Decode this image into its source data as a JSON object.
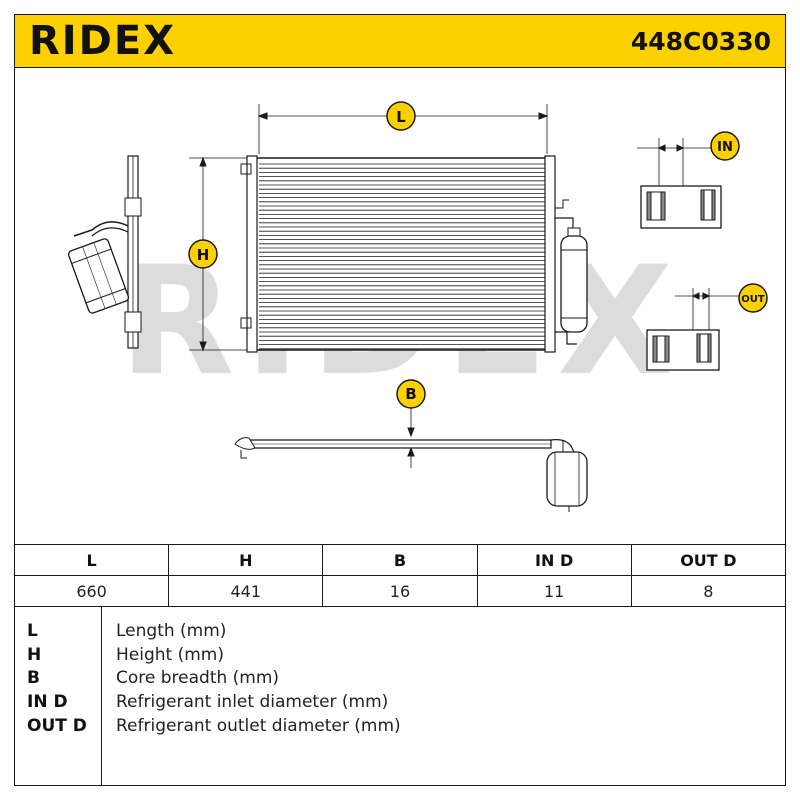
{
  "header": {
    "brand": "RIDEX",
    "part_number": "448C0330"
  },
  "drawing": {
    "watermark": "RIDEX",
    "labels": {
      "length": "L",
      "height": "H",
      "breadth": "B",
      "inlet": "IN",
      "outlet": "OUT"
    }
  },
  "dimensions": {
    "headers": [
      "L",
      "H",
      "B",
      "IN D",
      "OUT D"
    ],
    "values": [
      "660",
      "441",
      "16",
      "11",
      "8"
    ]
  },
  "legend": [
    {
      "key": "L",
      "desc": "Length (mm)"
    },
    {
      "key": "H",
      "desc": "Height (mm)"
    },
    {
      "key": "B",
      "desc": "Core breadth (mm)"
    },
    {
      "key": "IN D",
      "desc": "Refrigerant inlet diameter (mm)"
    },
    {
      "key": "OUT D",
      "desc": "Refrigerant outlet diameter (mm)"
    }
  ],
  "colors": {
    "brand_yellow": "#fdd000",
    "line": "#1a1a1a",
    "watermark": "#d9d9d9"
  }
}
